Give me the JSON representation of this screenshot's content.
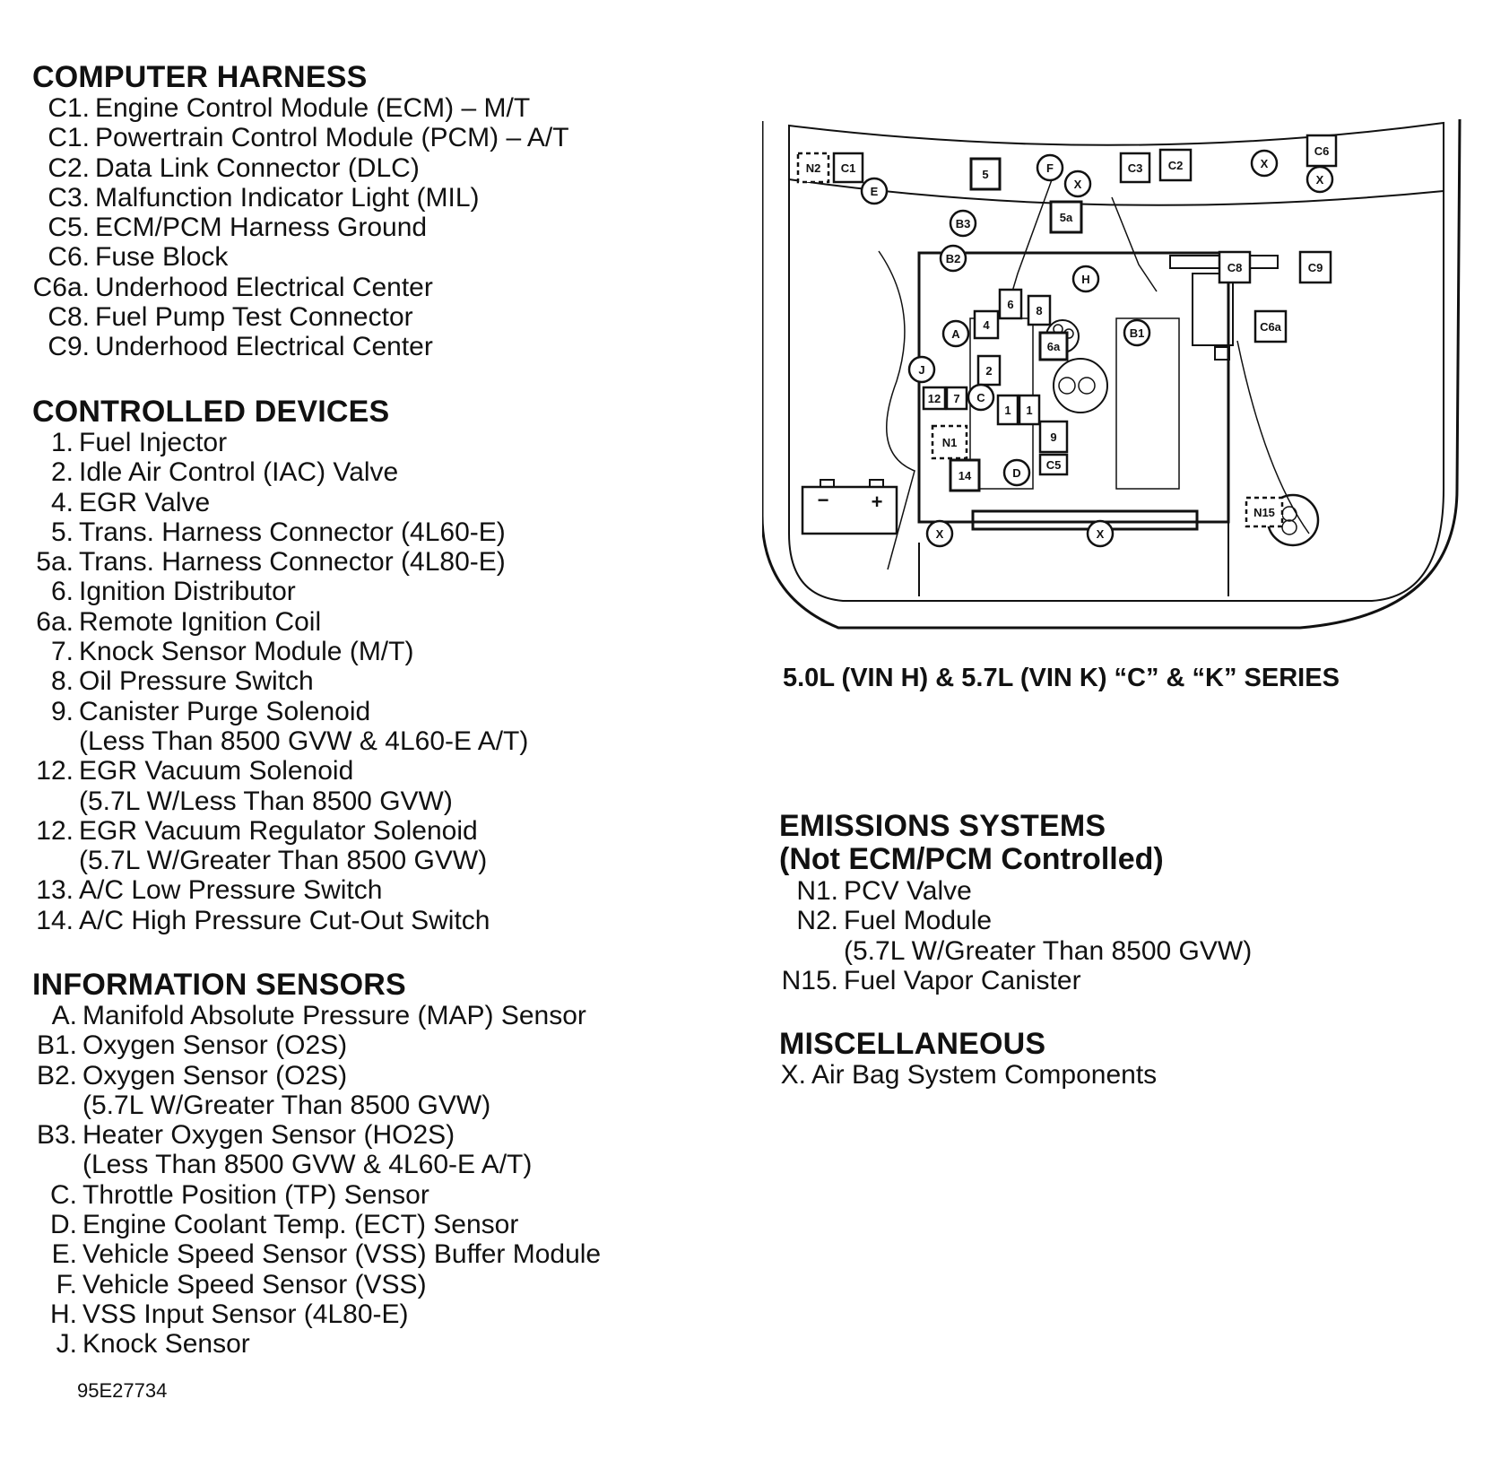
{
  "computer_harness": {
    "title": "COMPUTER HARNESS",
    "items": [
      {
        "code": "C1.",
        "desc": "Engine Control Module (ECM)  –  M/T"
      },
      {
        "code": "C1.",
        "desc": "Powertrain Control Module (PCM)  –  A/T"
      },
      {
        "code": "C2.",
        "desc": "Data Link Connector (DLC)"
      },
      {
        "code": "C3.",
        "desc": "Malfunction Indicator Light (MIL)"
      },
      {
        "code": "C5.",
        "desc": "ECM/PCM Harness Ground"
      },
      {
        "code": "C6.",
        "desc": "Fuse Block"
      },
      {
        "code": "C6a.",
        "desc": "Underhood Electrical Center"
      },
      {
        "code": "C8.",
        "desc": "Fuel Pump Test Connector"
      },
      {
        "code": "C9.",
        "desc": "Underhood Electrical Center"
      }
    ]
  },
  "controlled_devices": {
    "title": "CONTROLLED DEVICES",
    "items": [
      {
        "code": "1.",
        "desc": "Fuel Injector"
      },
      {
        "code": "2.",
        "desc": "Idle Air Control (IAC) Valve"
      },
      {
        "code": "4.",
        "desc": "EGR Valve"
      },
      {
        "code": "5.",
        "desc": "Trans. Harness Connector (4L60-E)"
      },
      {
        "code": "5a.",
        "desc": "Trans. Harness Connector (4L80-E)"
      },
      {
        "code": "6.",
        "desc": "Ignition Distributor"
      },
      {
        "code": "6a.",
        "desc": "Remote Ignition Coil"
      },
      {
        "code": "7.",
        "desc": "Knock Sensor Module (M/T)"
      },
      {
        "code": "8.",
        "desc": "Oil Pressure Switch"
      },
      {
        "code": "9.",
        "desc": "Canister Purge Solenoid",
        "cont": "(Less Than 8500 GVW & 4L60-E A/T)"
      },
      {
        "code": "12.",
        "desc": "EGR Vacuum Solenoid",
        "cont": "(5.7L W/Less Than 8500 GVW)"
      },
      {
        "code": "12.",
        "desc": "EGR Vacuum Regulator Solenoid",
        "cont": "(5.7L W/Greater Than 8500 GVW)"
      },
      {
        "code": "13.",
        "desc": "A/C Low Pressure Switch"
      },
      {
        "code": "14.",
        "desc": "A/C High Pressure Cut-Out Switch"
      }
    ]
  },
  "information_sensors": {
    "title": "INFORMATION SENSORS",
    "items": [
      {
        "code": "A.",
        "desc": "Manifold Absolute Pressure (MAP) Sensor"
      },
      {
        "code": "B1.",
        "desc": "Oxygen Sensor (O2S)"
      },
      {
        "code": "B2.",
        "desc": "Oxygen Sensor (O2S)",
        "cont": "(5.7L W/Greater Than 8500 GVW)"
      },
      {
        "code": "B3.",
        "desc": "Heater Oxygen Sensor (HO2S)",
        "cont": "(Less Than 8500 GVW & 4L60-E A/T)"
      },
      {
        "code": "C.",
        "desc": "Throttle Position (TP) Sensor"
      },
      {
        "code": "D.",
        "desc": "Engine Coolant Temp. (ECT) Sensor"
      },
      {
        "code": "E.",
        "desc": "Vehicle Speed Sensor (VSS) Buffer Module"
      },
      {
        "code": "F.",
        "desc": "Vehicle Speed Sensor (VSS)"
      },
      {
        "code": "H.",
        "desc": "VSS Input Sensor (4L80-E)"
      },
      {
        "code": "J.",
        "desc": "Knock Sensor"
      }
    ]
  },
  "emissions": {
    "title": "EMISSIONS SYSTEMS",
    "subtitle": "(Not ECM/PCM Controlled)",
    "items": [
      {
        "code": "N1.",
        "desc": "PCV Valve"
      },
      {
        "code": "N2.",
        "desc": "Fuel Module",
        "cont": "(5.7L W/Greater Than 8500 GVW)"
      },
      {
        "code": "N15.",
        "desc": "Fuel Vapor Canister"
      }
    ]
  },
  "miscellaneous": {
    "title": "MISCELLANEOUS",
    "items": [
      {
        "code": "X.",
        "desc": "Air Bag System Components"
      }
    ]
  },
  "diagram": {
    "caption": "5.0L (VIN H) & 5.7L (VIN K) “C” & “K” SERIES",
    "labels": {
      "n2": "N2",
      "c1": "C1",
      "e": "E",
      "c5box": "5",
      "f": "F",
      "x1": "X",
      "c3": "C3",
      "c2": "C2",
      "x2": "X",
      "c6": "C6",
      "x3": "X",
      "b3": "B3",
      "c5a": "5a",
      "b2": "B2",
      "h": "H",
      "c8": "C8",
      "c9": "C9",
      "d6": "6",
      "d8": "8",
      "d4": "4",
      "a": "A",
      "d6a": "6a",
      "b1": "B1",
      "c6a": "C6a",
      "j": "J",
      "d2": "2",
      "d12": "12",
      "d7": "7",
      "c": "C",
      "d1a": "1",
      "d1b": "1",
      "n1": "N1",
      "d9": "9",
      "c5": "C5",
      "d14": "14",
      "d": "D",
      "n15": "N15",
      "minus": "−",
      "plus": "+",
      "x4": "X",
      "x5": "X"
    }
  },
  "reference": "95E27734"
}
